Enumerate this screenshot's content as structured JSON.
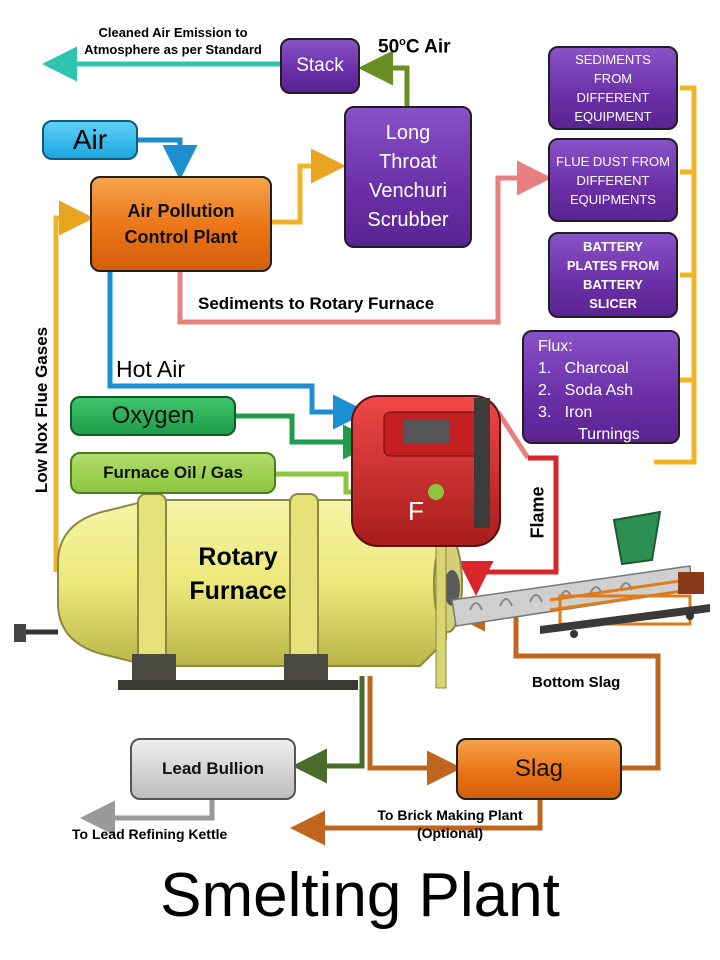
{
  "title": "Smelting Plant",
  "nodes": {
    "stack": "Stack",
    "air": "Air",
    "apcp": "Air Pollution Control Plant",
    "scrubber": "Long Throat Venchuri Scrubber",
    "sediments": "SEDIMENTS FROM DIFFERENT EQUIPMENT",
    "flue_dust": "FLUE DUST FROM DIFFERENT EQUIPMENTS",
    "battery": "BATTERY PLATES FROM BATTERY SLICER",
    "flux_title": "Flux:",
    "flux_items": [
      "1.   Charcoal",
      "2.   Soda Ash",
      "3.   Iron",
      "Turnings"
    ],
    "oxygen": "Oxygen",
    "furnace_oil": "Furnace Oil / Gas",
    "rotary_furnace": "Rotary Furnace",
    "lead_bullion": "Lead Bullion",
    "slag": "Slag"
  },
  "labels": {
    "cleaned_air": "Cleaned Air Emission to Atmosphere as per Standard",
    "air50_a": "50",
    "air50_b": "o",
    "air50_c": "C Air",
    "sediments_to_furnace": "Sediments to Rotary Furnace",
    "hot_air": "Hot Air",
    "low_nox": "Low Nox Flue Gases",
    "flame": "Flame",
    "bottom_slag": "Bottom Slag",
    "brick_making": "To Brick Making Plant",
    "optional": "(Optional)",
    "lead_refining": "To Lead Refining Kettle",
    "burner_mark": "F"
  },
  "colors": {
    "purple": "#6a2fa6",
    "orange": "#ea7416",
    "cyan": "#1ba7e0",
    "green": "#1f9d4a",
    "light_green": "#8cc63f",
    "grey": "#c8c8c8",
    "yellow": "#ece97a",
    "red_burner": "#d9262a",
    "gold_arrow": "#f0b428",
    "pink_arrow": "#e88080"
  }
}
